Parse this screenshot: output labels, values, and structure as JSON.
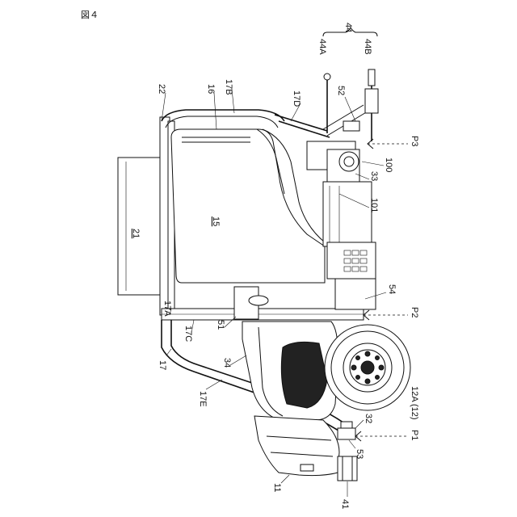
{
  "figure_label": "図４",
  "labels": {
    "l44": "44",
    "l44A": "44A",
    "l44B": "44B",
    "l52": "52",
    "l22": "22",
    "l16": "16",
    "l17B": "17B",
    "l17D": "17D",
    "lP3": "P3",
    "l100": "100",
    "l33": "33",
    "l101": "101",
    "l21": "21",
    "l15": "15",
    "l54": "54",
    "lP2": "P2",
    "l17A": "17A",
    "l17C": "17C",
    "l51": "51",
    "l17": "17",
    "l34": "34",
    "l17E": "17E",
    "l12A": "12A (12)",
    "l32": "32",
    "lP1": "P1",
    "l53": "53",
    "l11": "11",
    "l41": "41"
  }
}
